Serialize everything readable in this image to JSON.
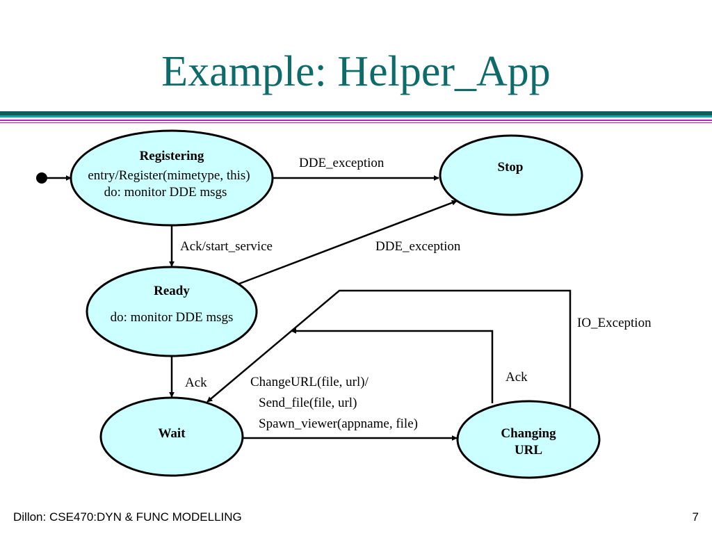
{
  "slide": {
    "title": "Example: Helper_App",
    "footer": "Dillon: CSE470:DYN & FUNC MODELLING",
    "page_number": "7"
  },
  "colors": {
    "title": "#0e6b6b",
    "rule_dark": "#0e5c5c",
    "rule_teal": "#16a8a8",
    "rule_magenta": "#c01bc0",
    "state_fill": "#ccffff",
    "stroke": "#000000"
  },
  "states": {
    "registering": {
      "name": "Registering",
      "line1": "entry/Register(mimetype, this)",
      "line2": "do: monitor DDE msgs"
    },
    "stop": {
      "name": "Stop"
    },
    "ready": {
      "name": "Ready",
      "line1": "do: monitor DDE msgs"
    },
    "wait": {
      "name": "Wait"
    },
    "changing_url": {
      "name_line1": "Changing",
      "name_line2": "URL"
    }
  },
  "transitions": {
    "registering_to_stop": "DDE_exception",
    "registering_to_ready": "Ack/start_service",
    "ready_to_stop": "DDE_exception",
    "ready_to_wait": "Ack",
    "changing_to_wait_ack": "Ack",
    "changing_io_exception": "IO_Exception",
    "wait_to_changing": {
      "line1": "ChangeURL(file, url)/",
      "line2": "Send_file(file, url)",
      "line3": "Spawn_viewer(appname, file)"
    }
  }
}
